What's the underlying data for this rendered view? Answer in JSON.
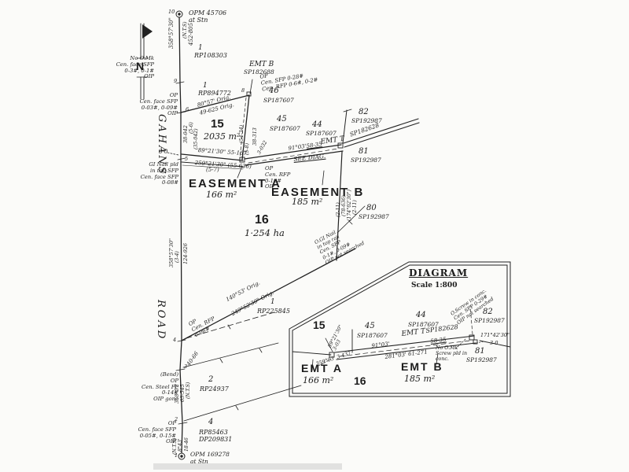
{
  "colors": {
    "ink": "#1c1c1c",
    "paper": "#fbfbf9"
  },
  "north_arrow": {
    "label": "N"
  },
  "road": {
    "name_upper": "GAHANS",
    "name_lower": "ROAD"
  },
  "main_plan": {
    "stations": {
      "s10": "10",
      "s9": "9",
      "s8": "8",
      "s6": "6",
      "s5": "5",
      "s4": "4",
      "s3": "3",
      "s2": "2",
      "s1": "1"
    },
    "marks": {
      "opm_top": "OPM 45706\nat Stn",
      "no_omk": "No O.Mk\nCen. face SFP\n0-3#, 0-1#\nOIP",
      "op_face_6": "OP\nCen. face SFP\n0-03#, 0-09#\nOIP",
      "op_sfp_8": "OP\nCen. SFP 0-28#\nCen. RFP 0-6#, 0-2#",
      "op_rfp_7": "OP\nCen. RFP\n0-19#\nOIP",
      "gi_nail_5": "GI Nail pld\nin top SFP\nCen. face SFP\n0-08#",
      "offset_3_0": "3-0",
      "op_rfp_4": "OP\nCen. RFP\n0-06#",
      "bend_3": "(Bend)\nOP\nCen. Steel FP\n0-14#\nOIP gone",
      "op_face_2": "OP\nCen. face SFP\n0-05#, 0-15#\nOIP",
      "opm_bottom": "OPM 169278\nat Stn",
      "gi_nail_se": "O.GI Nail\nin top rail\nCen. SFP\n0-1#, 0-09#\nOIP not searched"
    },
    "bearings": {
      "road_top_brg": "358°57'30\"",
      "road_top_nts": "(N.T.S)",
      "road_top_dist": "452-805",
      "seg65_dist": "38-042",
      "seg65_ref": "(5-6)",
      "seg65_rec": "(35-042)",
      "seg54_brg": "358°57'30\"",
      "seg54_ref": "(3-4)",
      "seg54_dist": "124-926",
      "seg32_brg": "358°57'",
      "seg32_dist": "63-545",
      "seg32_nts": "(N.T.S)",
      "seg21_nts": "(N.T.S)",
      "seg21_brg": "8°43'",
      "seg21_dist": "18-46",
      "lot15_north_brg": "80°57' Orig.",
      "lot15_north_dist": "49-625 Orig.",
      "lot15_south_brg": "89°21'30\" 55-167",
      "lot15_south_rec": "259°21'30\" (55-636)",
      "lot15_south_ref": "(5-7)",
      "east15_dist": "38-313",
      "east15_rec": "(54-34)",
      "east15_ref": "(5-8)",
      "east15_tie": "3-032",
      "emt_t_brg": "91°03'",
      "emt_t_dist": "58-35",
      "emt_t_label": "EMT T",
      "see_diag": "SEE DIAG.",
      "east16_ref1": "(2-11)",
      "east16_rec": "(78-636)",
      "east16_brg": "(174°02'30\")",
      "east16_ref2": "(2-11)",
      "south16_brg": "140°53' Orig.",
      "south16_rec": "249°52'30\" Orig.",
      "tie_40_66": "40-66"
    },
    "lots": {
      "lot15": {
        "num": "15",
        "area": "2035 m²"
      },
      "lot16": {
        "num": "16",
        "area": "1·254 ha"
      },
      "lot46": {
        "num": "46",
        "plan": "SP187607"
      },
      "lot45": {
        "num": "45",
        "plan": "SP187607"
      },
      "lot44": {
        "num": "44",
        "plan": "SP187607"
      },
      "lot82": {
        "num": "82",
        "plan": "SP192987"
      },
      "lot81": {
        "num": "81",
        "plan": "SP192987"
      },
      "lot80": {
        "num": "80",
        "plan": "SP192987"
      },
      "lot1a": {
        "num": "1",
        "plan": "RP108303"
      },
      "lot1b": {
        "num": "1",
        "plan": "RP894772"
      },
      "lot1c": {
        "num": "1",
        "plan": "RP225845"
      },
      "lot2": {
        "num": "2",
        "plan": "RP24937"
      },
      "lot4": {
        "num": "4",
        "plan": "RP85463\nDP209831"
      }
    },
    "easements": {
      "a": {
        "label": "EASEMENT A",
        "area": "166 m²"
      },
      "b": {
        "label": "EASEMENT B",
        "area": "185 m²"
      },
      "emt_b_top": {
        "label": "EMT B",
        "plan": "SP182688"
      },
      "sp182628": "SP182628"
    }
  },
  "inset": {
    "title": "DIAGRAM",
    "scale": "Scale 1:800",
    "lots": {
      "lot15": "15",
      "lot16": "16",
      "lot45": {
        "num": "45",
        "plan": "SP187607"
      },
      "lot44": {
        "num": "44",
        "plan": "SP187607"
      },
      "lot82": {
        "num": "82",
        "plan": "SP192987"
      },
      "lot81": {
        "num": "81",
        "plan": "SP192987"
      }
    },
    "emt_a": {
      "label": "EMT A",
      "area": "166 m²"
    },
    "emt_b": {
      "label": "EMT B",
      "area": "185 m²"
    },
    "emt_t": {
      "label": "EMT T",
      "plan": "SP182628",
      "brg": "91°03'",
      "dist": "58-35",
      "rec": "281°03' 61-271"
    },
    "marks": {
      "screw": "O.Screw in conc.\nCen. SFP 0-29#\nOIP not searched",
      "no_omk": "No O.Mk\nScrew pld in\nconc.",
      "brg_171": "171°42'30\"",
      "dist_171": "3-0",
      "brg_89": "89°21'30\"\n3-03",
      "brg_359": "359°03'  3-437"
    }
  }
}
